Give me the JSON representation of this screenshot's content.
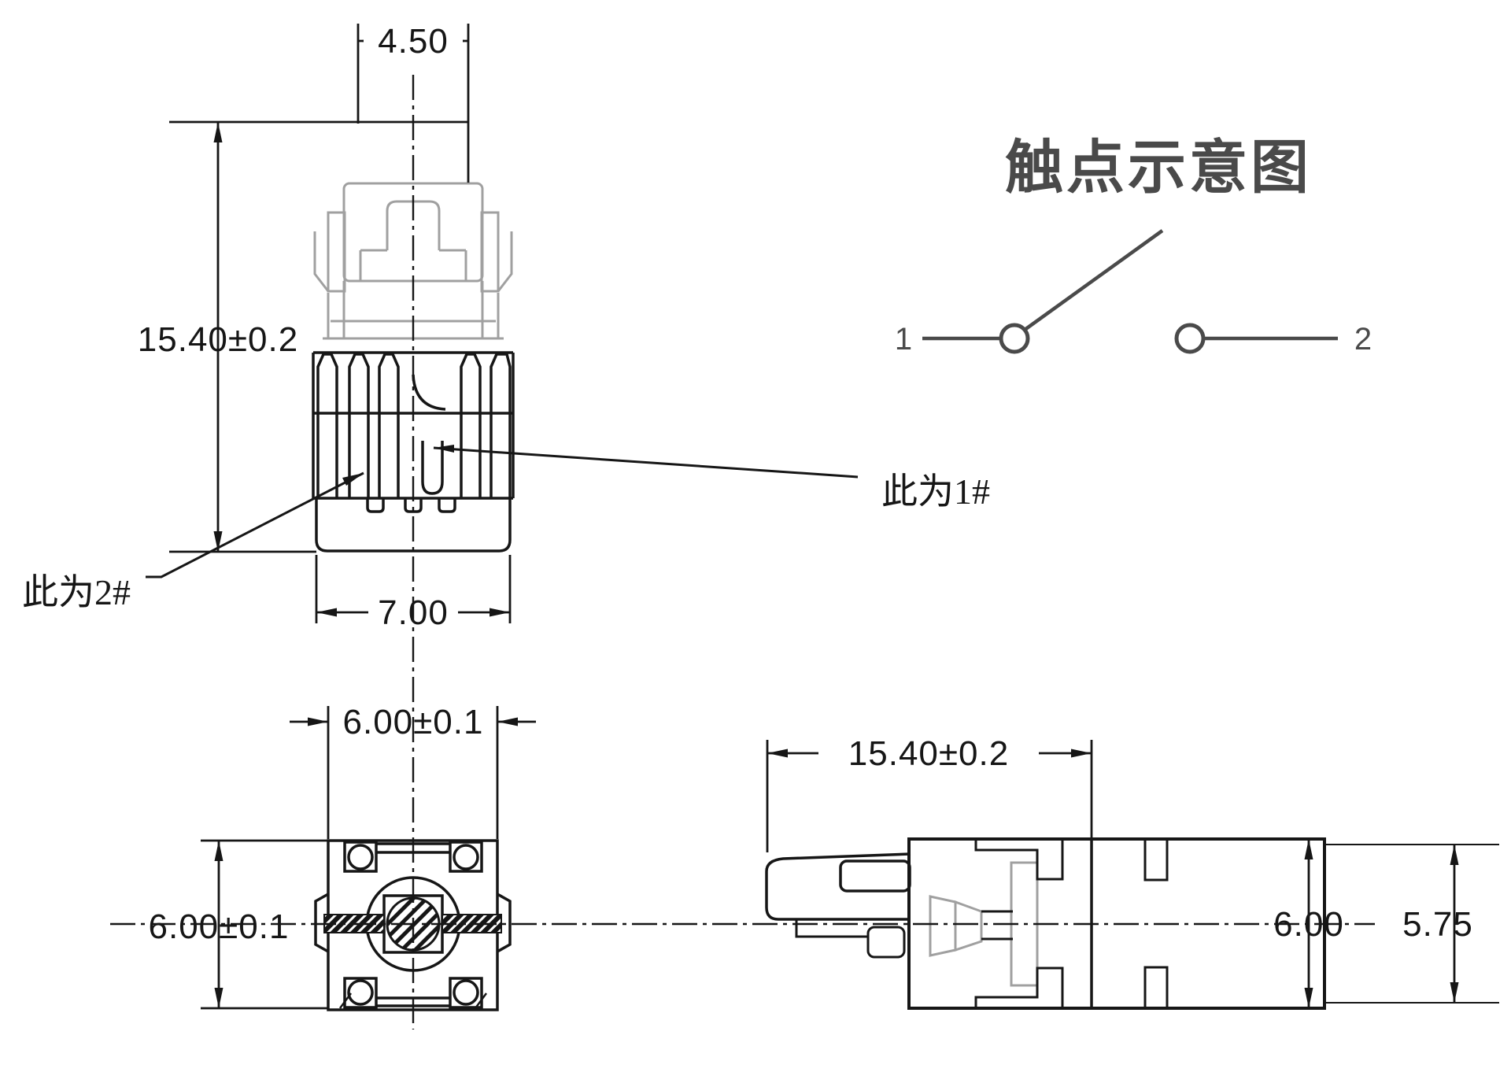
{
  "drawing": {
    "title": "触点示意图",
    "labels": {
      "pin1_note": "此为1#",
      "pin2_note": "此为2#",
      "terminal_1": "1",
      "terminal_2": "2"
    },
    "dimensions": {
      "front_top_width": "4.50",
      "front_height": "15.40±0.2",
      "front_bottom_width": "7.00",
      "bottom_view_width": "6.00±0.1",
      "bottom_view_height": "6.00±0.1",
      "side_length": "15.40±0.2",
      "side_height_outer": "6.00",
      "side_height_inner": "5.75"
    },
    "colors": {
      "line": "#161616",
      "ghost_part": "#a0a0a0",
      "schematic": "#4a4a4a"
    }
  }
}
